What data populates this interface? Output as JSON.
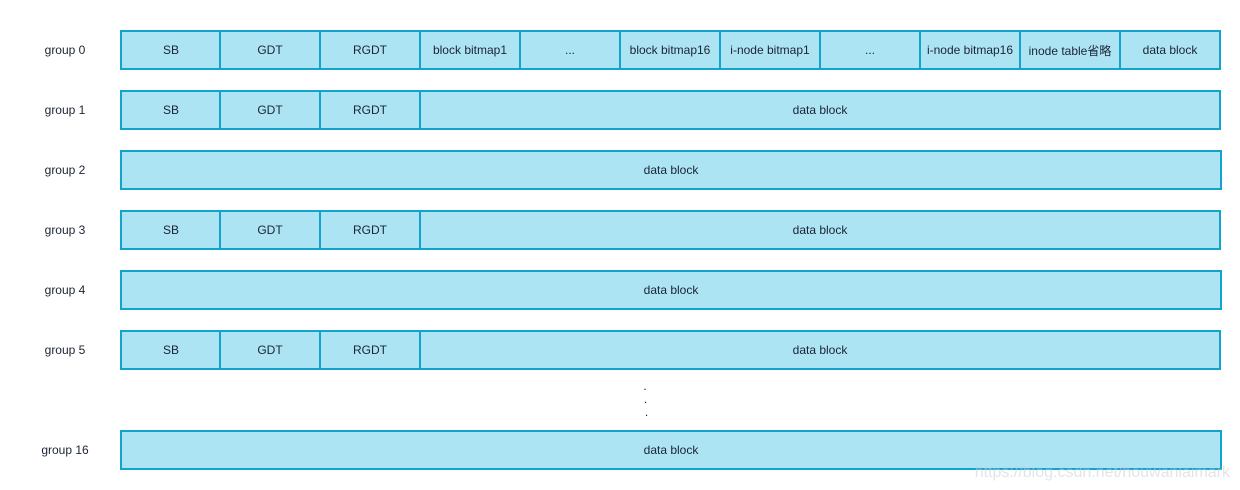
{
  "groups": [
    {
      "label": "group 0",
      "cells": [
        {
          "text": "SB",
          "span": 1
        },
        {
          "text": "GDT",
          "span": 1
        },
        {
          "text": "RGDT",
          "span": 1
        },
        {
          "text": "block bitmap1",
          "span": 1
        },
        {
          "text": "...",
          "span": 1
        },
        {
          "text": "block bitmap16",
          "span": 1
        },
        {
          "text": "i-node bitmap1",
          "span": 1
        },
        {
          "text": "...",
          "span": 1
        },
        {
          "text": "i-node bitmap16",
          "span": 1
        },
        {
          "text": "inode table省略",
          "span": 1
        },
        {
          "text": "data block",
          "span": 1
        }
      ]
    },
    {
      "label": "group 1",
      "cells": [
        {
          "text": "SB",
          "span": 1
        },
        {
          "text": "GDT",
          "span": 1
        },
        {
          "text": "RGDT",
          "span": 1
        },
        {
          "text": "data block",
          "span": 8
        }
      ]
    },
    {
      "label": "group 2",
      "cells": [
        {
          "text": "data block",
          "span": 11
        }
      ]
    },
    {
      "label": "group 3",
      "cells": [
        {
          "text": "SB",
          "span": 1
        },
        {
          "text": "GDT",
          "span": 1
        },
        {
          "text": "RGDT",
          "span": 1
        },
        {
          "text": "data block",
          "span": 8
        }
      ]
    },
    {
      "label": "group 4",
      "cells": [
        {
          "text": "data block",
          "span": 11
        }
      ]
    },
    {
      "label": "group 5",
      "cells": [
        {
          "text": "SB",
          "span": 1
        },
        {
          "text": "GDT",
          "span": 1
        },
        {
          "text": "RGDT",
          "span": 1
        },
        {
          "text": "data block",
          "span": 8
        }
      ]
    },
    {
      "label": "group 16",
      "cells": [
        {
          "text": "data block",
          "span": 11
        }
      ]
    }
  ],
  "ellipsis": ".\n.\n.",
  "watermark": "https://blog.csdn.net/houwanlaimark",
  "colors": {
    "cell_fill": "#ade4f3",
    "cell_border": "#13a3cc",
    "text": "#1b2433"
  }
}
